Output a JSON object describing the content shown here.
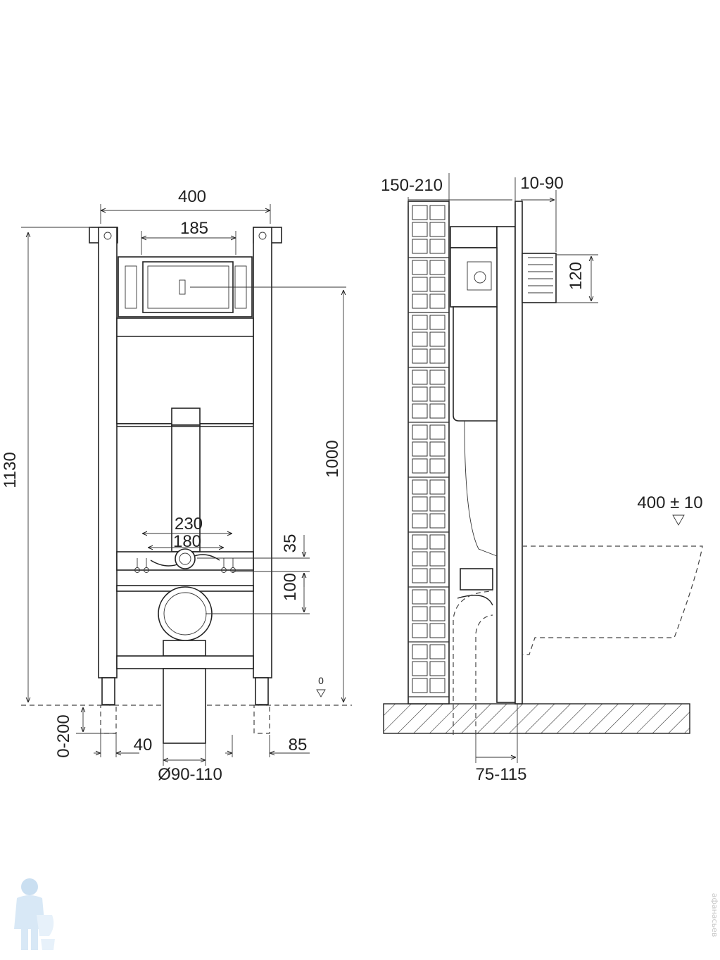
{
  "front_view": {
    "width_frame": "400",
    "flush_plate_width": "185",
    "total_height": "1130",
    "flush_plate_height": "1000",
    "bolt_spacing_outer": "230",
    "bolt_spacing_inner": "180",
    "bolt_offset_top": "35",
    "drain_offset": "100",
    "floor_level_mark": "0",
    "leg_adjust": "0-200",
    "leg_offset_left": "40",
    "leg_offset_right": "85",
    "drain_diameter": "Ø90-110"
  },
  "side_view": {
    "wall_thickness": "150-210",
    "panel_thickness": "10-90",
    "inlet_height": "120",
    "bowl_height": "400 ± 10",
    "drain_distance": "75-115"
  },
  "watermark": {
    "text": "афанасьев"
  }
}
